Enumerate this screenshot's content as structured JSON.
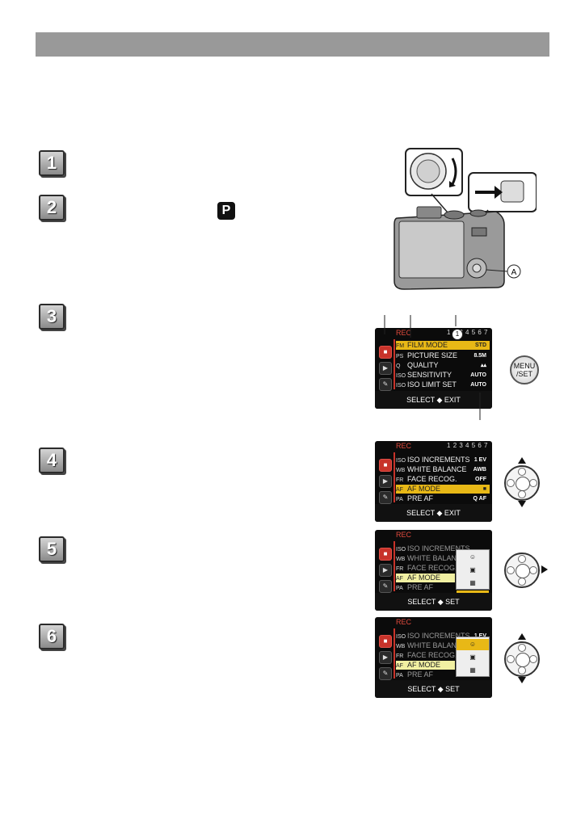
{
  "steps": [
    "1",
    "2",
    "3",
    "4",
    "5",
    "6"
  ],
  "mode_icon": "P",
  "camera_figure": {
    "callout_label": "A"
  },
  "lcd_common": {
    "title": "REC",
    "tab_icons": [
      "camera-icon",
      "video-icon",
      "wrench-icon"
    ]
  },
  "lcd1": {
    "pages": "1 2 3 4 5 6 7",
    "rows": [
      {
        "icon": "FM",
        "label": "FILM MODE",
        "value": "STD"
      },
      {
        "icon": "PS",
        "label": "PICTURE SIZE",
        "value": "8.5M"
      },
      {
        "icon": "Q",
        "label": "QUALITY",
        "value": "▴▴"
      },
      {
        "icon": "ISO",
        "label": "SENSITIVITY",
        "value": "AUTO"
      },
      {
        "icon": "ISO",
        "label": "ISO LIMIT SET",
        "value": "AUTO"
      }
    ],
    "bottom": "SELECT ◆ EXIT",
    "callout": "1"
  },
  "lcd2": {
    "pages": "1 2 3 4 5 6 7",
    "rows": [
      {
        "icon": "ISO",
        "label": "ISO INCREMENTS",
        "value": "1 EV"
      },
      {
        "icon": "WB",
        "label": "WHITE BALANCE",
        "value": "AWB"
      },
      {
        "icon": "FR",
        "label": "FACE RECOG.",
        "value": "OFF"
      },
      {
        "icon": "AF",
        "label": "AF MODE",
        "value": "■"
      },
      {
        "icon": "PA",
        "label": "PRE AF",
        "value": "Q AF"
      }
    ],
    "bottom": "SELECT ◆ EXIT"
  },
  "lcd3": {
    "rows": [
      {
        "icon": "ISO",
        "label": "ISO INCREMENTS"
      },
      {
        "icon": "WB",
        "label": "WHITE BALANC"
      },
      {
        "icon": "FR",
        "label": "FACE RECOG."
      },
      {
        "icon": "AF",
        "label": "AF MODE"
      },
      {
        "icon": "PA",
        "label": "PRE AF"
      }
    ],
    "options": [
      "☺",
      "▣",
      "▦",
      "■"
    ],
    "bottom": "SELECT ◆ SET"
  },
  "lcd4": {
    "rows": [
      {
        "icon": "ISO",
        "label": "ISO INCREMENTS",
        "value": "1 EV"
      },
      {
        "icon": "WB",
        "label": "WHITE BALANC"
      },
      {
        "icon": "FR",
        "label": "FACE RECOG."
      },
      {
        "icon": "AF",
        "label": "AF MODE"
      },
      {
        "icon": "PA",
        "label": "PRE AF"
      }
    ],
    "options": [
      "☺",
      "▣",
      "▦",
      "■"
    ],
    "bottom": "SELECT ◆ SET"
  },
  "menu_button": {
    "line1": "MENU",
    "line2": "/SET"
  },
  "colors": {
    "header": "#999999",
    "accent_red": "#c8332a",
    "select_yellow": "#e8b816",
    "select_pale": "#f1f0a2"
  }
}
